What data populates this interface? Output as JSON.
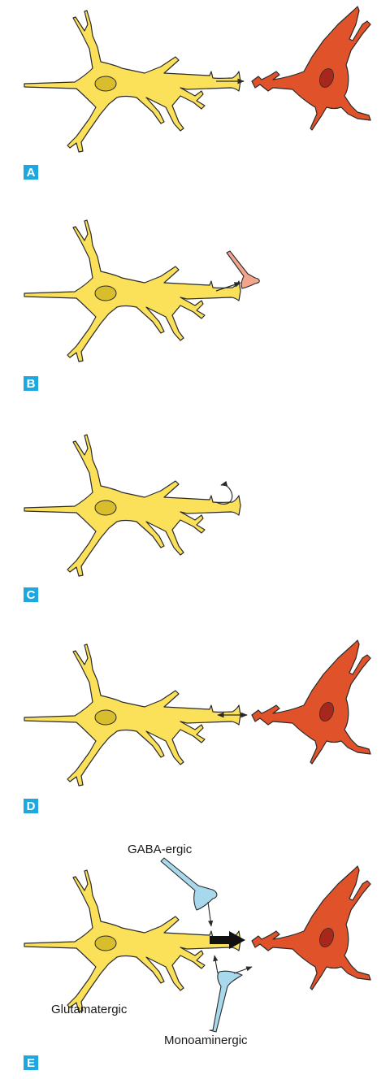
{
  "colors": {
    "presynaptic_fill": "#FBE05A",
    "presynaptic_nucleus": "#D8BE2C",
    "postsynaptic_fill": "#E0522A",
    "postsynaptic_nucleus": "#A8271C",
    "terminal_pink": "#F2A48C",
    "terminal_blue": "#A8D8EC",
    "outline": "#2a2a2a",
    "label_badge": "#1DA8E0"
  },
  "panels": [
    {
      "label": "A",
      "interaction": "anterograde-arrow",
      "target": "neuron"
    },
    {
      "label": "B",
      "interaction": "arrow-to-terminal",
      "target": "terminal"
    },
    {
      "label": "C",
      "interaction": "curved-autoreceptor-arrow",
      "target": "none"
    },
    {
      "label": "D",
      "interaction": "bidirectional-arrow",
      "target": "neuron"
    },
    {
      "label": "E",
      "interaction": "modulated-synapse",
      "target": "neuron"
    }
  ],
  "annotations": {
    "gaba": "GABA-ergic",
    "glutamatergic": "Glutamatergic",
    "monoaminergic": "Monoaminergic"
  }
}
